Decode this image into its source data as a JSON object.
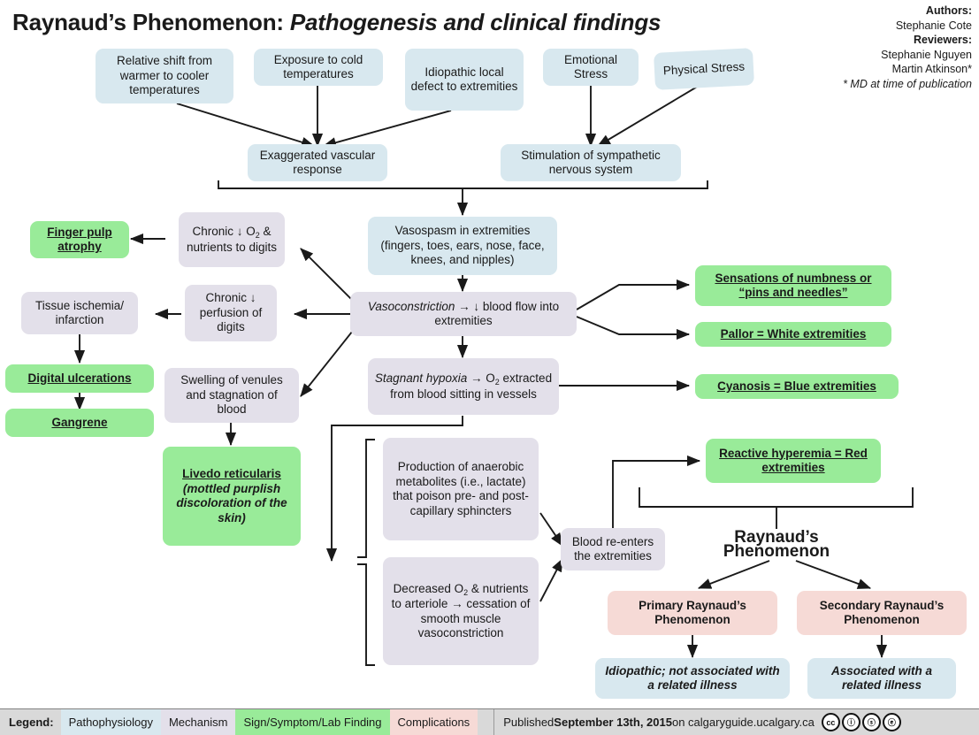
{
  "header": {
    "title_main": "Raynaud’s Phenomenon:",
    "title_sub": "Pathogenesis and clinical findings",
    "authors_label": "Authors:",
    "authors_name": "Stephanie Cote",
    "reviewers_label": "Reviewers:",
    "reviewer_1": "Stephanie Nguyen",
    "reviewer_2": "Martin Atkinson*",
    "footnote": "* MD at time of publication"
  },
  "nodes": {
    "relative_shift": "Relative shift from warmer to cooler temperatures",
    "cold_exposure": "Exposure to cold temperatures",
    "idiopathic_defect": "Idiopathic local defect to extremities",
    "emotional_stress": "Emotional Stress",
    "physical_stress": "Physical Stress",
    "exaggerated_vascular": "Exaggerated vascular response",
    "sympathetic_stimulation": "Stimulation of sympathetic nervous system",
    "vasospasm": "Vasospasm in extremities (fingers, toes, ears, nose, face, knees, and nipples)",
    "vasoconstriction_a": "Vasoconstriction",
    "vasoconstriction_b": " → ↓ blood flow into extremities",
    "stagnant_a": "Stagnant hypoxia",
    "stagnant_b": " → O",
    "stagnant_c": " extracted from blood sitting in vessels",
    "chronic_o2_a": "Chronic ↓ O",
    "chronic_o2_b": " & nutrients to digits",
    "chronic_perfusion": "Chronic ↓ perfusion of digits",
    "swelling_venules": "Swelling of venules and stagnation of blood",
    "finger_pulp": "Finger pulp atrophy",
    "tissue_ischemia": "Tissue ischemia/ infarction",
    "digital_ulcerations": "Digital ulcerations",
    "gangrene": "Gangrene",
    "livedo_title": "Livedo reticularis",
    "livedo_sub": "(mottled purplish discoloration of the skin)",
    "sensations_numbness": "Sensations of numbness or “pins and needles”",
    "pallor": "Pallor = White extremities",
    "cyanosis": "Cyanosis = Blue extremities",
    "production_metabolites": "Production of anaerobic metabolites (i.e., lactate) that poison pre- and post-capillary sphincters",
    "decreased_o2_a": "Decreased  O",
    "decreased_o2_b": " & nutrients to arteriole → cessation of smooth muscle vasoconstriction",
    "blood_reenters": "Blood re-enters the extremities",
    "reactive_hyperemia": "Reactive hyperemia = Red extremities",
    "raynaud_phenomenon": "Raynaud’s Phenomenon",
    "primary_raynaud": "Primary Raynaud’s Phenomenon",
    "secondary_raynaud": "Secondary Raynaud’s Phenomenon",
    "primary_desc": "Idiopathic; not associated with a related illness",
    "secondary_desc": "Associated with a related illness",
    "sub_two": "2"
  },
  "legend": {
    "label": "Legend:",
    "items": [
      {
        "text": "Pathophysiology",
        "color": "#d8e8ef"
      },
      {
        "text": "Mechanism",
        "color": "#e3e0ea"
      },
      {
        "text": "Sign/Symptom/Lab Finding",
        "color": "#99eb99"
      },
      {
        "text": "Complications",
        "color": "#f6dad6"
      }
    ],
    "published_prefix": "Published ",
    "published_date": "September 13th, 2015",
    "published_suffix": " on calgaryguide.ucalgary.ca",
    "cc_marks": [
      "cc",
      "ⓘ",
      "ⓢ",
      "ⓔ"
    ]
  },
  "colors": {
    "pathophysiology": "#d8e8ef",
    "mechanism": "#e3e0ea",
    "sign_symptom": "#99eb99",
    "complications": "#f6dad6",
    "legend_bar": "#d9d9d9",
    "line": "#1a1a1a"
  }
}
